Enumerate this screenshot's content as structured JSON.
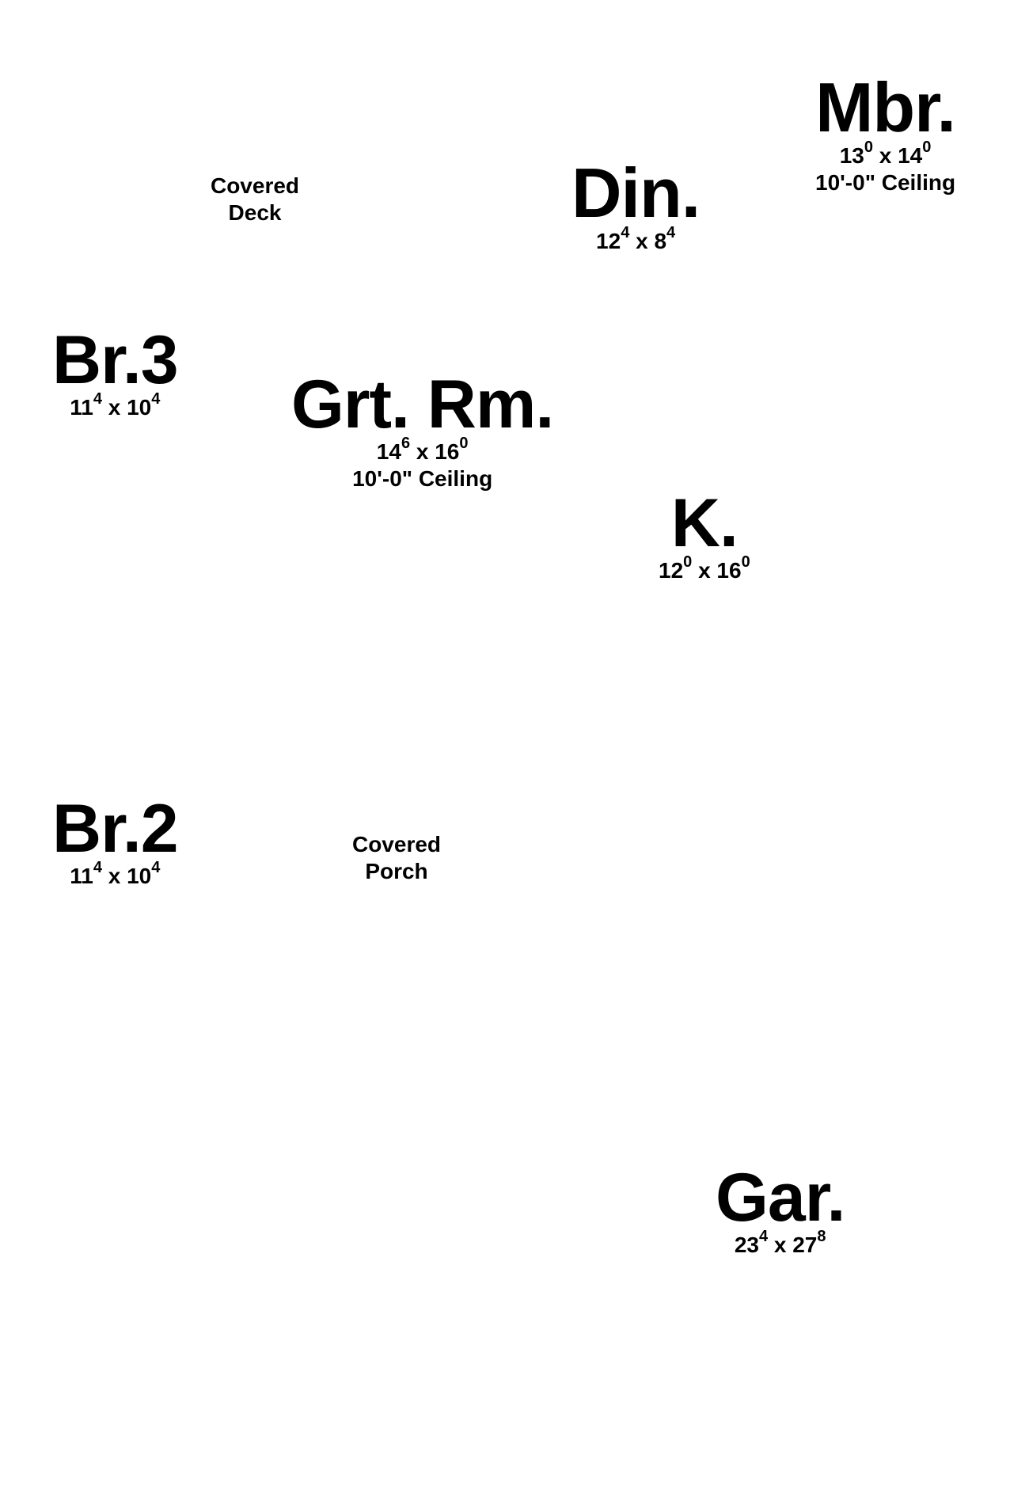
{
  "rooms": {
    "mbr": {
      "name": "Mbr.",
      "w_ft": "13",
      "w_in": "0",
      "sep": "x",
      "l_ft": "14",
      "l_in": "0",
      "ceiling": "10'-0\" Ceiling"
    },
    "din": {
      "name": "Din.",
      "w_ft": "12",
      "w_in": "4",
      "sep": "x",
      "l_ft": "8",
      "l_in": "4"
    },
    "br3": {
      "name": "Br.3",
      "w_ft": "11",
      "w_in": "4",
      "sep": "x",
      "l_ft": "10",
      "l_in": "4"
    },
    "grt": {
      "name": "Grt. Rm.",
      "w_ft": "14",
      "w_in": "6",
      "sep": "x",
      "l_ft": "16",
      "l_in": "0",
      "ceiling": "10'-0\" Ceiling"
    },
    "k": {
      "name": "K.",
      "w_ft": "12",
      "w_in": "0",
      "sep": "x",
      "l_ft": "16",
      "l_in": "0"
    },
    "br2": {
      "name": "Br.2",
      "w_ft": "11",
      "w_in": "4",
      "sep": "x",
      "l_ft": "10",
      "l_in": "4"
    },
    "gar": {
      "name": "Gar.",
      "w_ft": "23",
      "w_in": "4",
      "sep": "x",
      "l_ft": "27",
      "l_in": "8"
    }
  },
  "notes": {
    "deck": {
      "line1": "Covered",
      "line2": "Deck"
    },
    "porch": {
      "line1": "Covered",
      "line2": "Porch"
    }
  }
}
